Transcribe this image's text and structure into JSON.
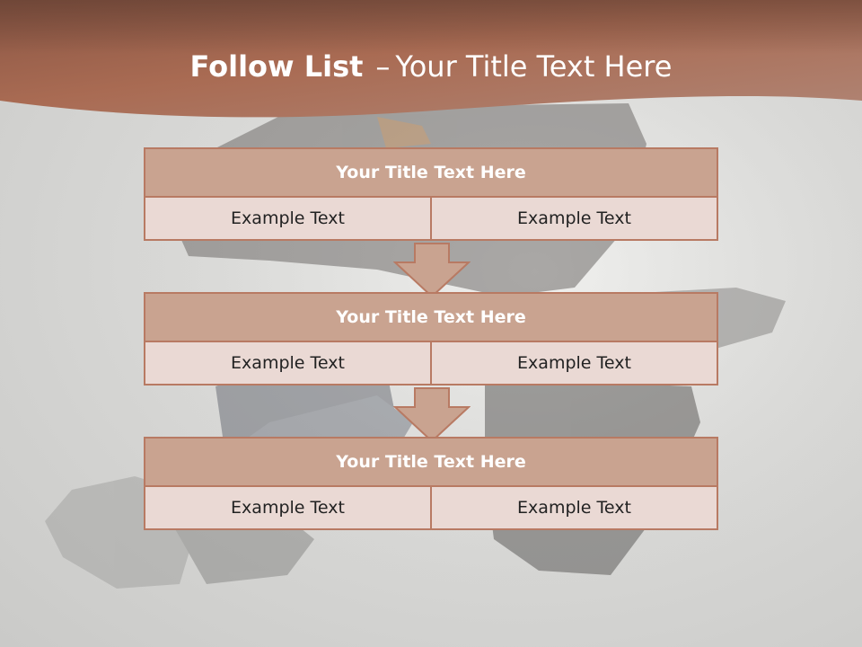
{
  "slide": {
    "title_bold": "Follow List",
    "title_dash": "–",
    "title_rest": "Your Title Text Here"
  },
  "colors": {
    "header_band": "#9e6450",
    "block_title_fill": "#c9a390",
    "cell_fill": "#ead9d4",
    "border": "#b87a63"
  },
  "blocks": [
    {
      "title": "Your Title Text Here",
      "cells": [
        "Example Text",
        "Example Text"
      ]
    },
    {
      "title": "Your Title Text Here",
      "cells": [
        "Example Text",
        "Example Text"
      ]
    },
    {
      "title": "Your Title Text Here",
      "cells": [
        "Example Text",
        "Example Text"
      ]
    }
  ],
  "connectors": [
    "down-arrow",
    "down-arrow"
  ]
}
